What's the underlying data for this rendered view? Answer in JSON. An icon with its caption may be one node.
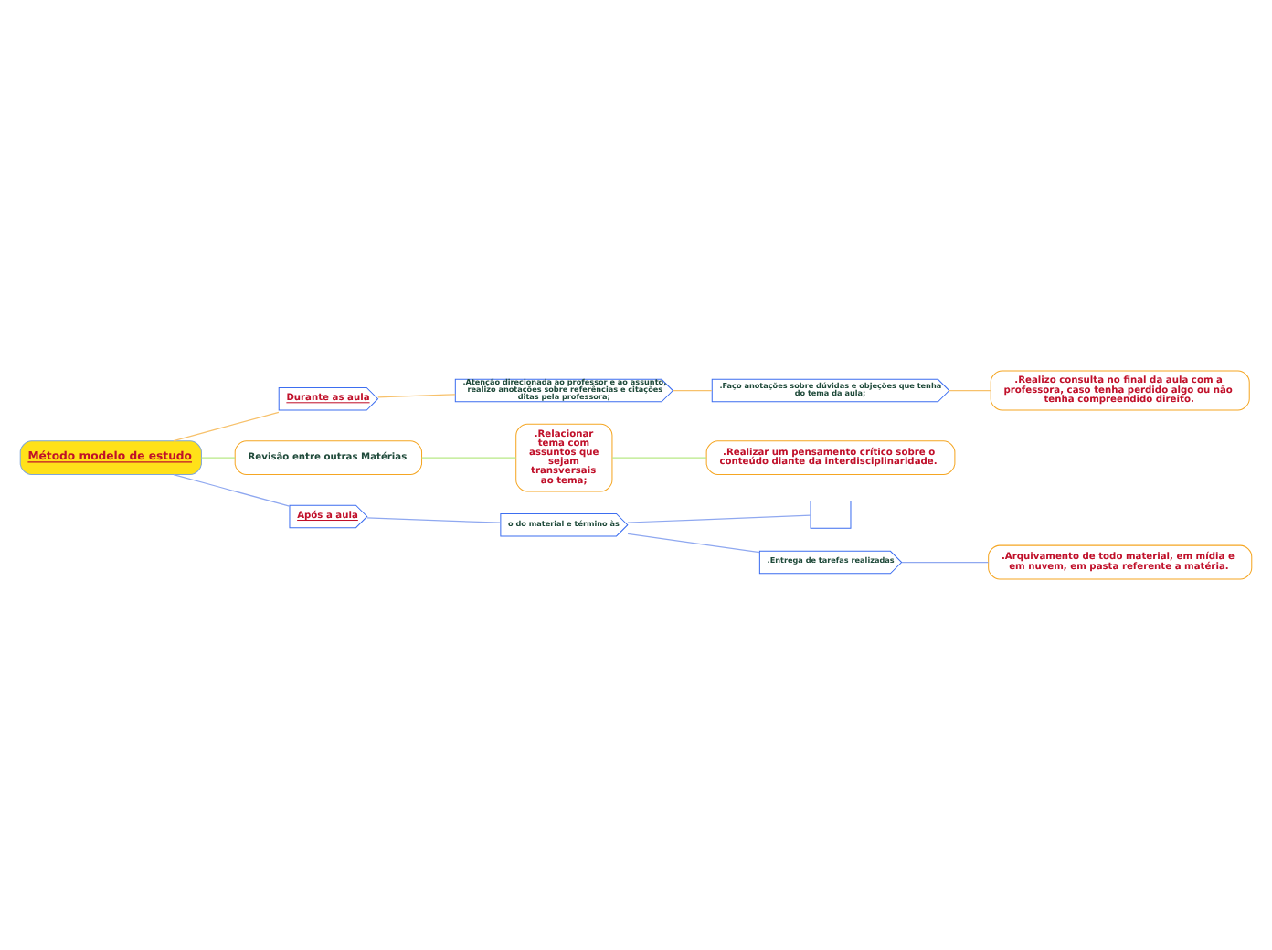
{
  "diagram": {
    "nodes": [
      {
        "text": [
          "Método modelo de estudo"
        ]
      },
      {
        "text": [
          "Durante as aula"
        ]
      },
      {
        "text": [
          ".Atenção direcionada ao professor e ao assunto, realizo anotações sobre referências e citações ditas pela professora;"
        ]
      },
      {
        "text": [
          ".Faço anotações sobre dúvidas e objeções que tenha do tema da aula;"
        ]
      },
      {
        "text": [
          ".Realizo consulta no final da aula com a professora, caso tenha perdido algo ou não tenha compreendido direito."
        ]
      },
      {
        "text": [
          "Revisão entre outras Matérias"
        ]
      },
      {
        "text": [
          ".Relacionar tema com assuntos que sejam transversais ao tema;"
        ]
      },
      {
        "text": [
          ".Realizar um pensamento crítico sobre o conteúdo diante da interdisciplinaridade."
        ]
      },
      {
        "text": [
          "Após a aula"
        ]
      },
      {
        "text": [
          "o do material e término às"
        ]
      },
      {
        "text": [],
        "shape": "box"
      },
      {
        "text": [
          ".Entrega de tarefas realizadas"
        ]
      },
      {
        "text": [
          ".Arquivamento de todo material, em mídia e em nuvem, em pasta referente a matéria."
        ]
      }
    ],
    "edges": [
      {
        "from": 0,
        "to": 1,
        "arrow": "none",
        "color": "#f7c16b"
      },
      {
        "from": 1,
        "to": 2,
        "arrow": "none",
        "color": "#f7c16b"
      },
      {
        "from": 2,
        "to": 3,
        "arrow": "none",
        "color": "#f7c16b"
      },
      {
        "from": 3,
        "to": 4,
        "arrow": "none",
        "color": "#f7c16b"
      },
      {
        "from": 0,
        "to": 5,
        "arrow": "none",
        "color": "#b8e986"
      },
      {
        "from": 5,
        "to": 6,
        "arrow": "none",
        "color": "#b8e986"
      },
      {
        "from": 6,
        "to": 7,
        "arrow": "none",
        "color": "#b8e986"
      },
      {
        "from": 0,
        "to": 8,
        "arrow": "none"
      },
      {
        "from": 8,
        "to": 9,
        "arrow": "none"
      },
      {
        "from": 9,
        "to": 10,
        "arrow": "none"
      },
      {
        "from": 9,
        "to": 11,
        "arrow": "none"
      },
      {
        "from": 11,
        "to": 12,
        "arrow": "none"
      }
    ]
  }
}
